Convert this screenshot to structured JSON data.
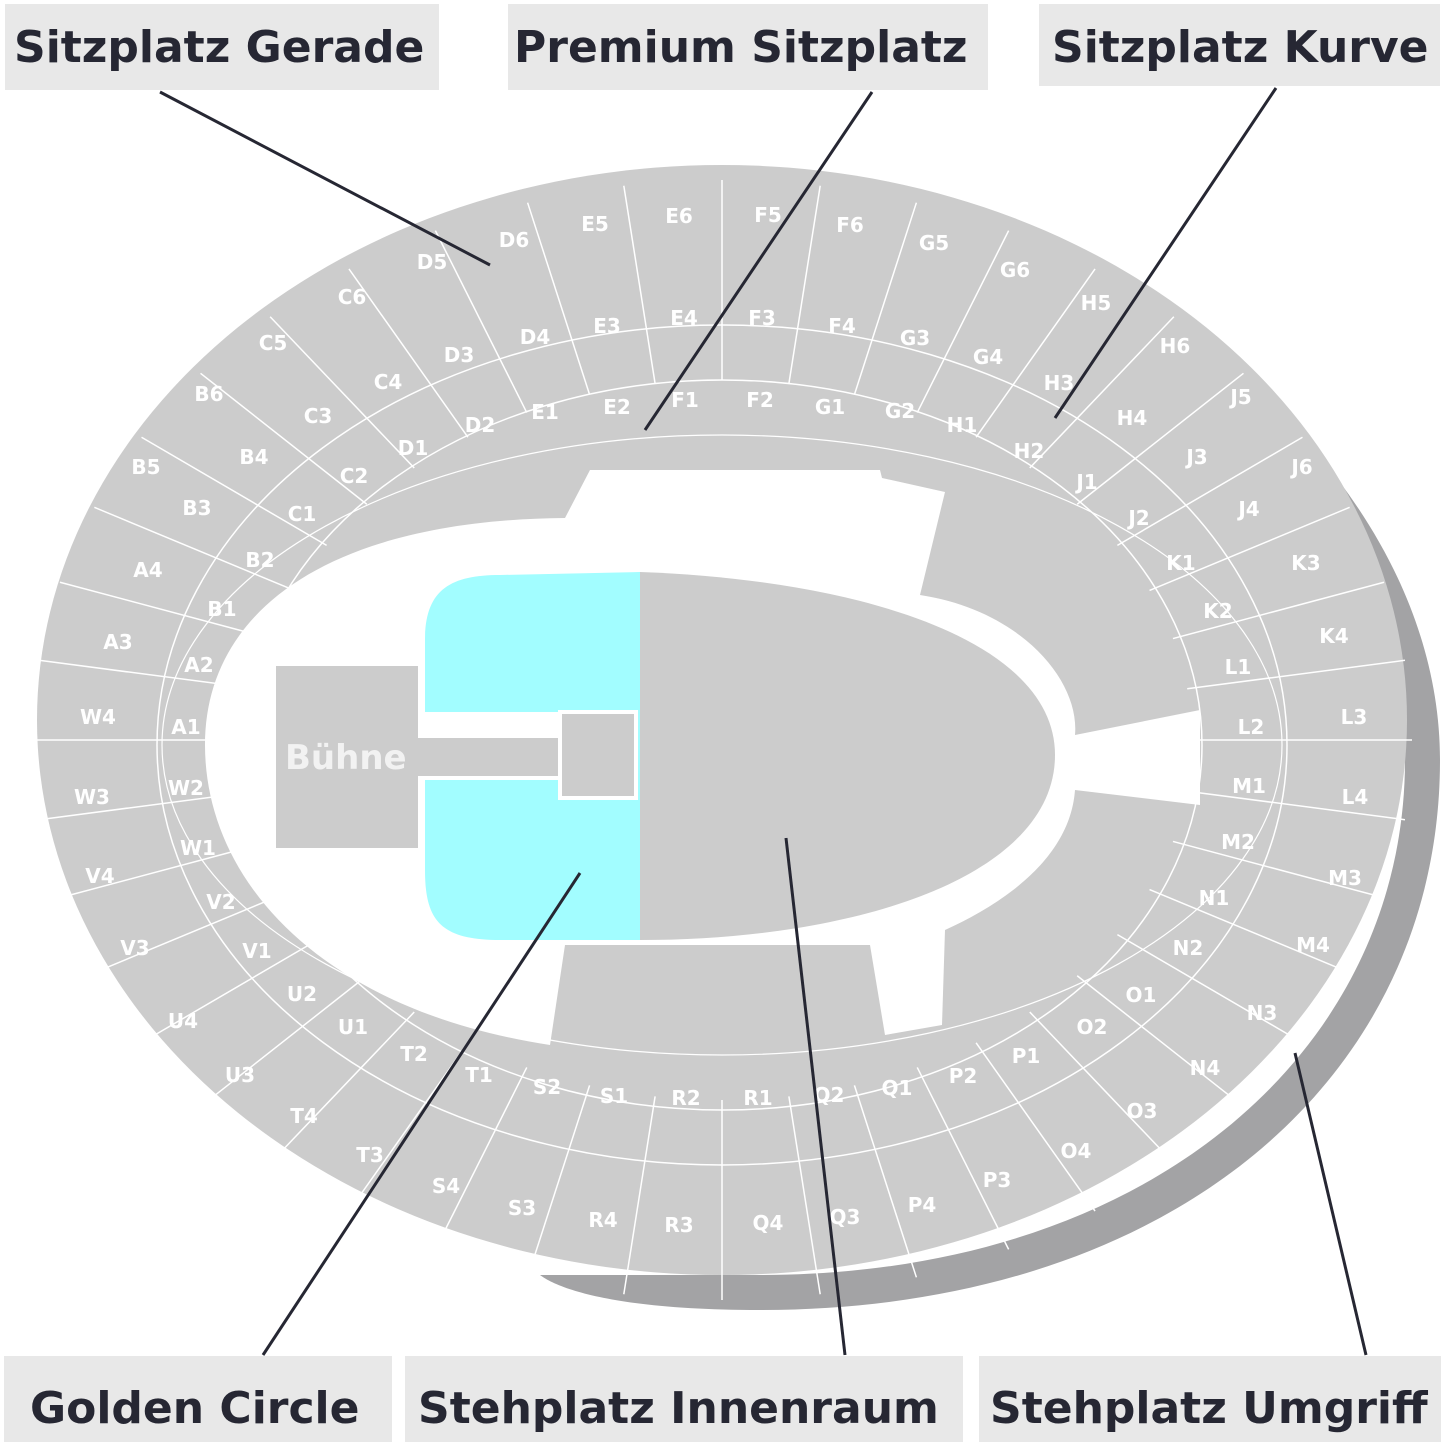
{
  "legend": {
    "sitzplatz_gerade": "Sitzplatz Gerade",
    "premium_sitzplatz": "Premium Sitzplatz",
    "sitzplatz_kurve": "Sitzplatz Kurve",
    "golden_circle": "Golden Circle",
    "stehplatz_innenraum": "Stehplatz Innenraum",
    "stehplatz_umgriff": "Stehplatz Umgriff"
  },
  "stage": {
    "label": "Bühne"
  },
  "colors": {
    "seating": "#cccccc",
    "seating_border": "#ffffff",
    "shadow": "#a3a3a5",
    "golden_circle": "#a2fdff",
    "floor": "#cccccc",
    "legend_bg": "#e8e8e8",
    "legend_text": "#262733"
  },
  "sections": {
    "outer": [
      "E5",
      "E6",
      "F5",
      "F6",
      "G5",
      "G6",
      "H5",
      "H6",
      "J5",
      "J6",
      "K3",
      "K4",
      "L3",
      "L4",
      "M3",
      "M4",
      "N3",
      "N4",
      "O3",
      "O4",
      "P3",
      "P4",
      "Q3",
      "Q4",
      "R3",
      "R4",
      "S3",
      "S4",
      "T3",
      "T4",
      "U3",
      "U4",
      "V3",
      "V4",
      "W3",
      "W4",
      "A3",
      "A4",
      "B5",
      "B6",
      "C5",
      "C6",
      "D5",
      "D6"
    ],
    "middle": [
      "E3",
      "E4",
      "F3",
      "F4",
      "G3",
      "G4",
      "H3",
      "H4",
      "J3",
      "J4",
      "K1",
      "K2",
      "L1",
      "L2",
      "M1",
      "M2",
      "N1",
      "N2",
      "O1",
      "O2",
      "P1",
      "P2",
      "Q1",
      "Q2",
      "R1",
      "R2",
      "S1",
      "S2",
      "T1",
      "T2",
      "U1",
      "U2",
      "V1",
      "V2",
      "W1",
      "W2",
      "A1",
      "A2",
      "B1",
      "B2",
      "B3",
      "B4",
      "C1",
      "C2",
      "C3",
      "C4",
      "D1",
      "D2",
      "D3",
      "D4"
    ],
    "inner": [
      "E1",
      "E2",
      "F1",
      "F2",
      "G1",
      "G2",
      "H1",
      "H2",
      "J1",
      "J2"
    ]
  }
}
